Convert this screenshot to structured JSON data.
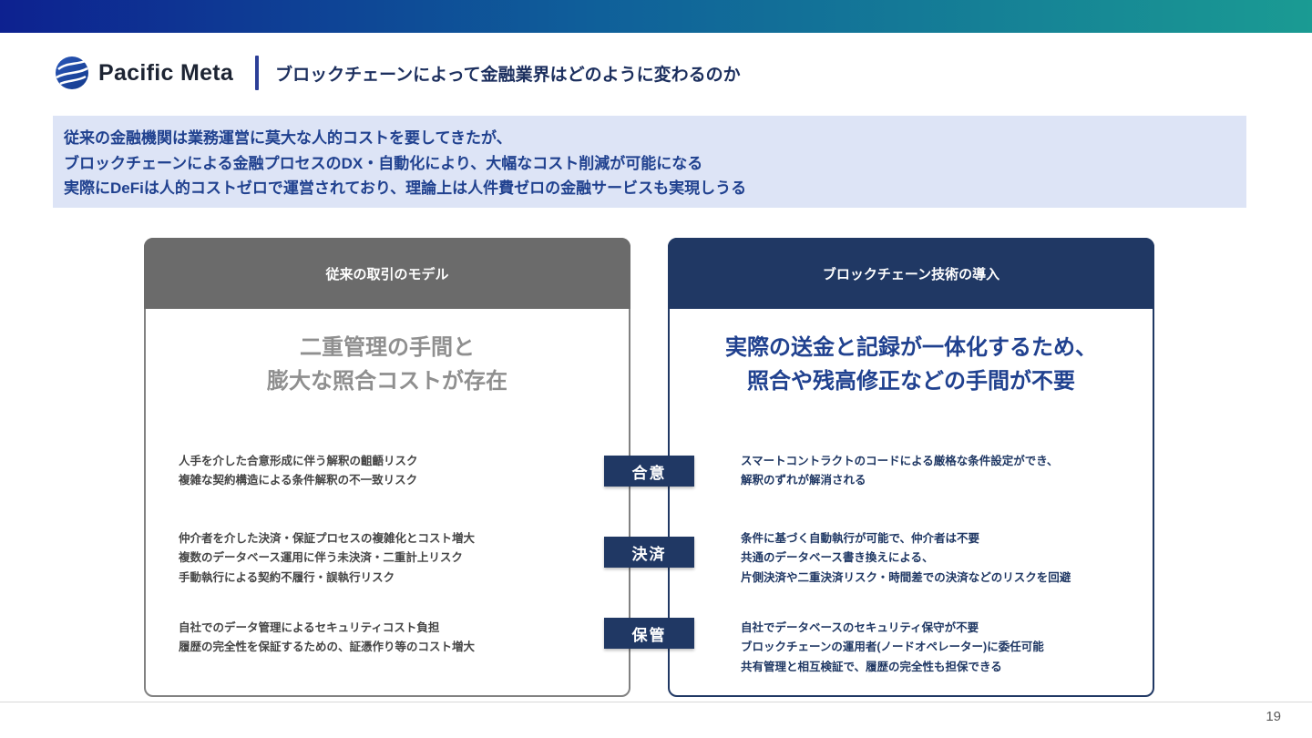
{
  "header": {
    "brand": "Pacific Meta",
    "title": "ブロックチェーンによって金融業界はどのように変わるのか"
  },
  "summary": {
    "lines": [
      "従来の金融機関は業務運営に莫大な人的コストを要してきたが、",
      "ブロックチェーンによる金融プロセスのDX・自動化により、大幅なコスト削減が可能になる",
      "実際にDeFiは人的コストゼロで運営されており、理論上は人件費ゼロの金融サービスも実現しうる"
    ]
  },
  "left_panel": {
    "header": "従来の取引のモデル",
    "headline": [
      "二重管理の手間と",
      "膨大な照合コストが存在"
    ],
    "items": [
      {
        "lines": [
          "人手を介した合意形成に伴う解釈の齟齬リスク",
          "複雑な契約構造による条件解釈の不一致リスク"
        ]
      },
      {
        "lines": [
          "仲介者を介した決済・保証プロセスの複雑化とコスト増大",
          "複数のデータベース運用に伴う未決済・二重計上リスク",
          "手動執行による契約不履行・誤執行リスク"
        ]
      },
      {
        "lines": [
          "自社でのデータ管理によるセキュリティコスト負担",
          "履歴の完全性を保証するための、証憑作り等のコスト増大"
        ]
      }
    ]
  },
  "right_panel": {
    "header": "ブロックチェーン技術の導入",
    "headline": [
      "実際の送金と記録が一体化するため、",
      "照合や残高修正などの手間が不要"
    ],
    "items": [
      {
        "lines": [
          "スマートコントラクトのコードによる厳格な条件設定ができ、",
          "解釈のずれが解消される"
        ]
      },
      {
        "lines": [
          "条件に基づく自動執行が可能で、仲介者は不要",
          "共通のデータベース書き換えによる、",
          "片側決済や二重決済リスク・時間差での決済などのリスクを回避"
        ]
      },
      {
        "lines": [
          "自社でデータベースのセキュリティ保守が不要",
          "ブロックチェーンの運用者(ノードオペレーター)に委任可能",
          "共有管理と相互検証で、履歴の完全性も担保できる"
        ]
      }
    ]
  },
  "badges": [
    "合意",
    "決済",
    "保管"
  ],
  "footer": {
    "page_number": "19"
  },
  "colors": {
    "navy": "#203864",
    "gray_header": "#6b6b6b",
    "summary_bg": "#dde4f6",
    "summary_text": "#20418f",
    "gradient_left": "#0d2190",
    "gradient_right": "#1a9b93"
  }
}
